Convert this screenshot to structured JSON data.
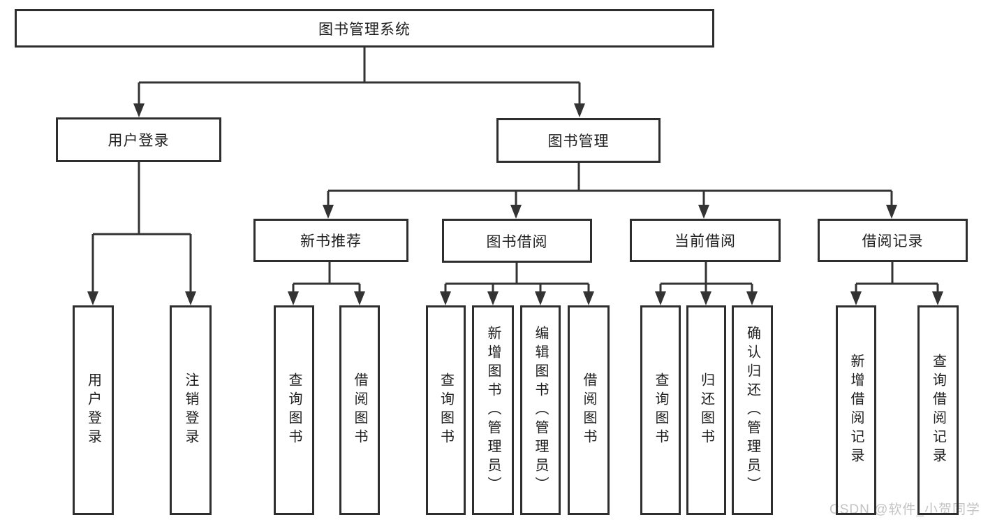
{
  "tree": {
    "root": {
      "label": "图书管理系统",
      "children": [
        {
          "label": "用户登录",
          "children": [
            {
              "label": "用户登录"
            },
            {
              "label": "注销登录"
            }
          ]
        },
        {
          "label": "图书管理",
          "children": [
            {
              "label": "新书推荐",
              "children": [
                {
                  "label": "查询图书"
                },
                {
                  "label": "借阅图书"
                }
              ]
            },
            {
              "label": "图书借阅",
              "children": [
                {
                  "label": "查询图书"
                },
                {
                  "label": "新增图书（管理员）"
                },
                {
                  "label": "编辑图书（管理员）"
                },
                {
                  "label": "借阅图书"
                }
              ]
            },
            {
              "label": "当前借阅",
              "children": [
                {
                  "label": "查询图书"
                },
                {
                  "label": "归还图书"
                },
                {
                  "label": "确认归还（管理员）"
                }
              ]
            },
            {
              "label": "借阅记录",
              "children": [
                {
                  "label": "新增借阅记录"
                },
                {
                  "label": "查询借阅记录"
                }
              ]
            }
          ]
        }
      ]
    }
  },
  "watermark": {
    "text": "CSDN @软件_小贺同学"
  },
  "colors": {
    "line": "#333333",
    "box_border": "#2e2e2e",
    "text": "#1f1f1f",
    "background": "#ffffff",
    "watermark": "#c3c3c3"
  }
}
